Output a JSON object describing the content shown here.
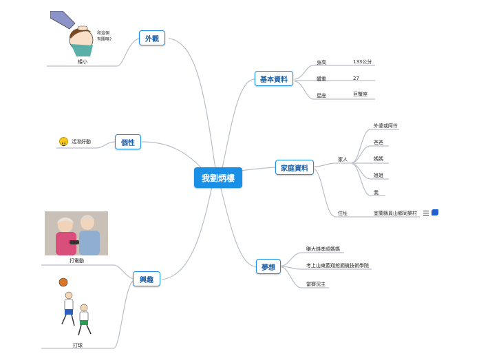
{
  "center": {
    "label": "我劉炳樓"
  },
  "branches": {
    "appearance": {
      "label": "外觀",
      "children": [
        "矮小"
      ]
    },
    "personality": {
      "label": "個性",
      "children": [
        "活潑好動"
      ]
    },
    "hobbies": {
      "label": "興趣",
      "children": [
        "打電動",
        "打球"
      ]
    },
    "basic_info": {
      "label": "基本資料",
      "rows": [
        {
          "key": "身高",
          "value": "133公分"
        },
        {
          "key": "體重",
          "value": "27"
        },
        {
          "key": "星座",
          "value": "巨蟹座"
        }
      ]
    },
    "family": {
      "label": "家庭資料",
      "family_group": "家人",
      "members": [
        "外婆或阿伶",
        "爸爸",
        "媽媽",
        "姐姐",
        "我"
      ],
      "address_label": "住址",
      "address_value": "宜蘭縣員山鄉同樂村"
    },
    "dreams": {
      "label": "夢想",
      "children": [
        "賺大錢孝順媽媽",
        "考上山東藍翔挖掘機技術學院",
        "當賽況主"
      ]
    }
  },
  "image_text": {
    "bubble": "和這個\n有關嗎?"
  },
  "colors": {
    "accent": "#1a8fe6",
    "line": "#b9bec6",
    "branch_text": "#1a5fa8"
  },
  "icons": {
    "personality": "smiley-icon",
    "address_1": "list-icon",
    "address_2": "note-icon"
  }
}
